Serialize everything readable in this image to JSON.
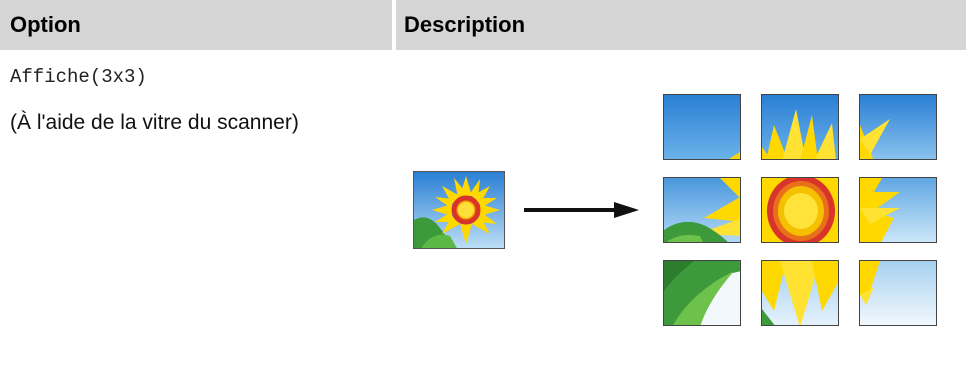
{
  "table": {
    "header": {
      "option": "Option",
      "description": "Description"
    },
    "row": {
      "option_name": "Affiche(3x3)",
      "option_note": "(À l'aide de la vitre du scanner)"
    }
  },
  "illustration": {
    "source_image_icon": "sunflower-photo",
    "arrow_icon": "right-arrow",
    "result_grid_icon": "poster-3x3-tiles",
    "colors": {
      "sky": "#3a8fd8",
      "petal": "#ffd800",
      "center": "#d8342a",
      "leaf": "#3c9a3a",
      "header_bg": "#d5d5d5"
    }
  }
}
